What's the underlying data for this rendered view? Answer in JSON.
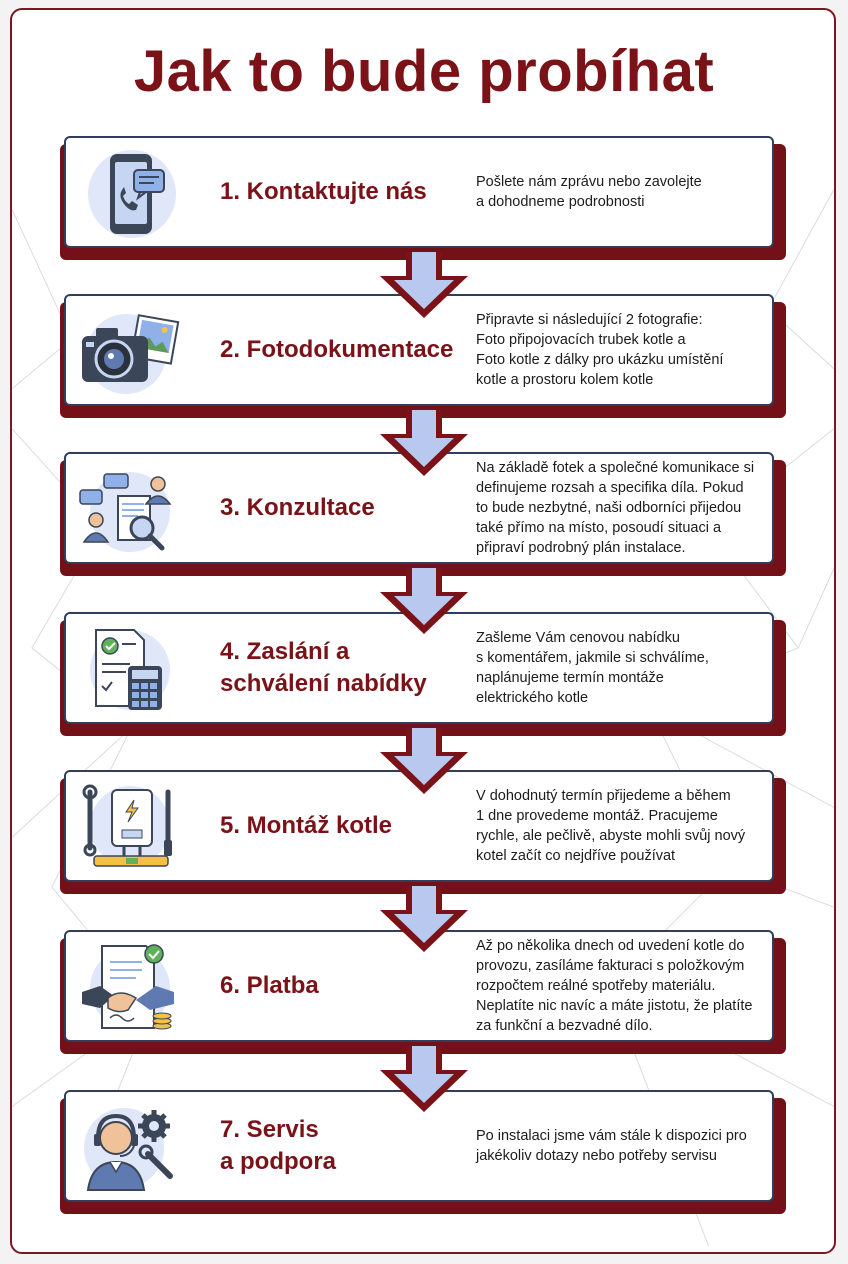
{
  "title": "Jak to bude probíhat",
  "colors": {
    "accent": "#7a1218",
    "border": "#2f3e5c",
    "arrow_fill": "#b9c8ee"
  },
  "steps": [
    {
      "heading": "1. Kontaktujte nás",
      "icon": "phone-chat-icon",
      "description": "Pošlete nám zprávu nebo zavolejte\na dohodneme podrobnosti"
    },
    {
      "heading": "2. Fotodokumentace",
      "icon": "camera-photo-icon",
      "description": "Připravte si následující 2 fotografie:\nFoto připojovacích trubek kotle a\nFoto kotle z dálky pro ukázku umístění\nkotle a prostoru kolem kotle"
    },
    {
      "heading": "3. Konzultace",
      "icon": "consultation-icon",
      "description": "Na základě fotek a společné komunikace si\ndefinujeme rozsah a specifika díla. Pokud\nto bude nezbytné, naši odborníci přijedou\ntaké přímo na místo, posoudí situaci a\npřipraví podrobný plán instalace."
    },
    {
      "heading": "4. Zaslání a\nschválení nabídky",
      "icon": "quote-calculator-icon",
      "description": "Zašleme Vám cenovou nabídku\ns komentářem, jakmile si schválíme,\nnaplánujeme termín montáže\nelektrického kotle"
    },
    {
      "heading": "5. Montáž kotle",
      "icon": "boiler-tools-icon",
      "description": "V dohodnutý termín přijedeme a během\n1 dne provedeme montáž. Pracujeme\nrychle, ale pečlivě, abyste mohli svůj nový\nkotel začít co nejdříve používat"
    },
    {
      "heading": "6. Platba",
      "icon": "handshake-invoice-icon",
      "description": "Až po několika dnech od uvedení kotle do\nprovozu, zasíláme fakturaci s položkovým\nrozpočtem reálné spotřeby materiálu.\nNeplatíte nic navíc a máte jistotu, že platíte\nza funkční a bezvadné dílo."
    },
    {
      "heading": "7. Servis\na podpora",
      "icon": "support-agent-icon",
      "description": "Po instalaci jsme vám stále k dispozici pro\njakékoliv dotazy nebo potřeby servisu"
    }
  ]
}
